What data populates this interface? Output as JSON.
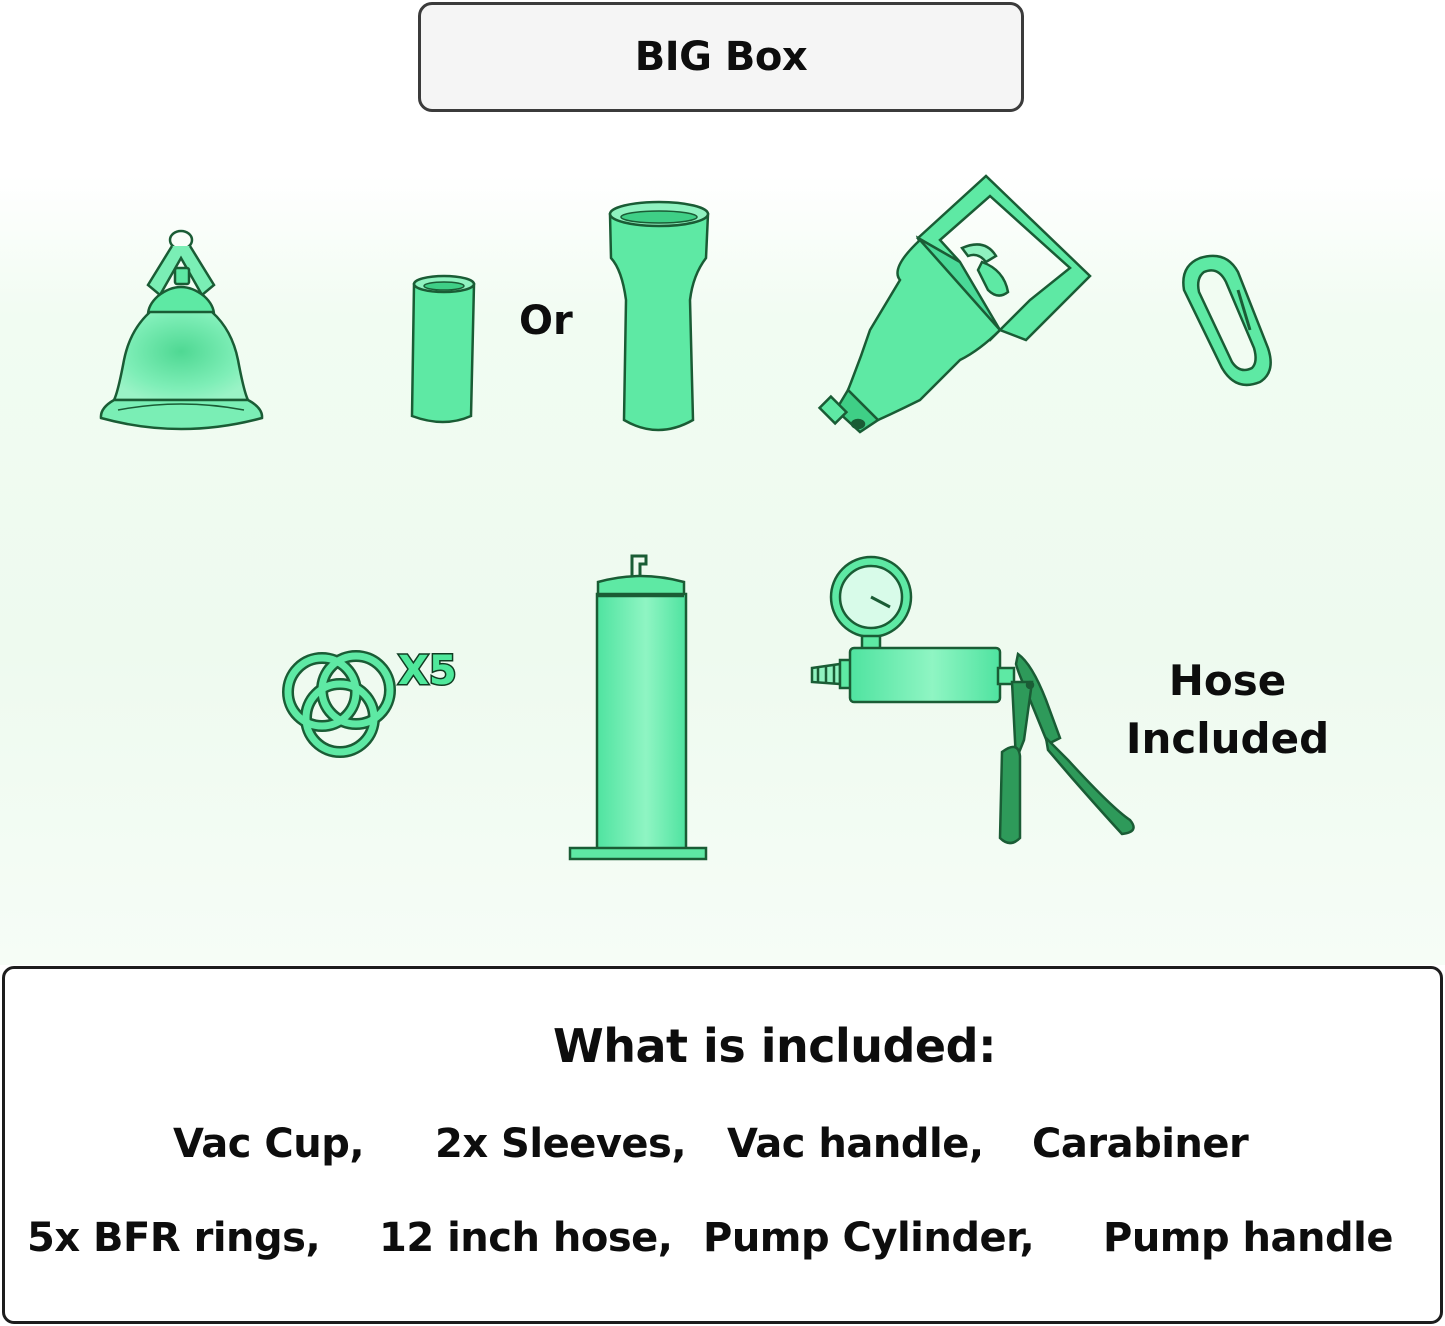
{
  "header": {
    "title": "BIG Box"
  },
  "illustration": {
    "or_label": "Or",
    "rings_count_label": "X5",
    "hose_label": "Hose Included",
    "colors": {
      "fill": "#5ee9a4",
      "fill_light": "#8ff2c0",
      "outline": "#1a5c35",
      "handle_dark": "#2e9a5a"
    },
    "icons": [
      "vac-cup-icon",
      "small-sleeve-icon",
      "large-sleeve-icon",
      "vac-handle-icon",
      "carabiner-icon",
      "bfr-rings-icon",
      "pump-cylinder-icon",
      "pump-handle-icon"
    ]
  },
  "included": {
    "title": "What is included:",
    "row1": [
      "Vac Cup,",
      "2x Sleeves,",
      "Vac handle,",
      "Carabiner"
    ],
    "row2": [
      "5x BFR rings,",
      "12 inch hose,",
      "Pump Cylinder,",
      "Pump handle"
    ]
  }
}
